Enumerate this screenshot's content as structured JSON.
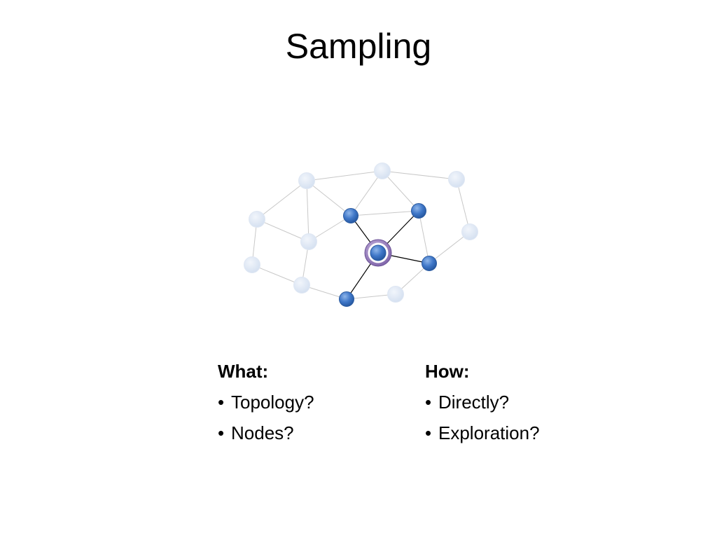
{
  "slide": {
    "title": "Sampling"
  },
  "diagram": {
    "nodes": [
      {
        "id": "n1",
        "state": "unvisited"
      },
      {
        "id": "n2",
        "state": "unvisited"
      },
      {
        "id": "n3",
        "state": "unvisited"
      },
      {
        "id": "n4",
        "state": "unvisited"
      },
      {
        "id": "n5",
        "state": "unvisited"
      },
      {
        "id": "n6",
        "state": "unvisited"
      },
      {
        "id": "n7",
        "state": "unvisited"
      },
      {
        "id": "n8",
        "state": "unvisited"
      },
      {
        "id": "n9",
        "state": "unvisited"
      },
      {
        "id": "n10",
        "state": "neighbor"
      },
      {
        "id": "n11",
        "state": "neighbor"
      },
      {
        "id": "n12",
        "state": "neighbor"
      },
      {
        "id": "n13",
        "state": "neighbor"
      },
      {
        "id": "n14",
        "state": "sampled"
      }
    ],
    "edges": [
      [
        "n1",
        "n2"
      ],
      [
        "n2",
        "n3"
      ],
      [
        "n1",
        "n4"
      ],
      [
        "n4",
        "n5"
      ],
      [
        "n5",
        "n6"
      ],
      [
        "n6",
        "n13"
      ],
      [
        "n13",
        "n8"
      ],
      [
        "n8",
        "n12"
      ],
      [
        "n12",
        "n9"
      ],
      [
        "n9",
        "n3"
      ],
      [
        "n1",
        "n7"
      ],
      [
        "n7",
        "n4"
      ],
      [
        "n7",
        "n6"
      ],
      [
        "n1",
        "n10"
      ],
      [
        "n7",
        "n10"
      ],
      [
        "n2",
        "n10"
      ],
      [
        "n2",
        "n11"
      ],
      [
        "n10",
        "n11"
      ],
      [
        "n11",
        "n12"
      ],
      [
        "n14",
        "n10"
      ],
      [
        "n14",
        "n11"
      ],
      [
        "n14",
        "n12"
      ],
      [
        "n14",
        "n13"
      ]
    ],
    "colors": {
      "unvisited": "#d6e2f2",
      "neighbor": "#3f77c8",
      "sampled": "#3f77c8",
      "highlight_ring": "#8a6fb5",
      "edge_unvisited": "#c8c8c8",
      "edge_sampled": "#000000"
    }
  },
  "columns": [
    {
      "heading": "What:",
      "items": [
        "Topology?",
        "Nodes?"
      ]
    },
    {
      "heading": "How:",
      "items": [
        "Directly?",
        "Exploration?"
      ]
    }
  ]
}
